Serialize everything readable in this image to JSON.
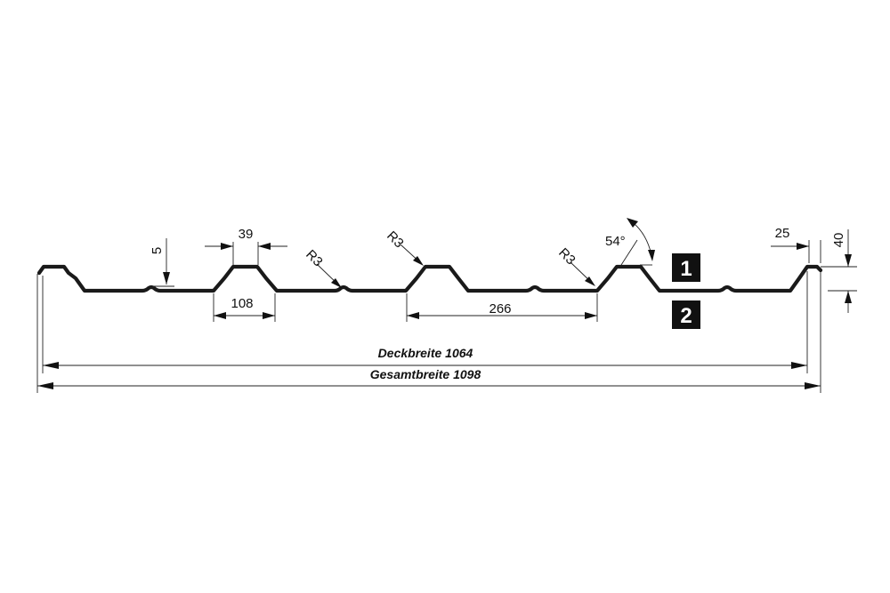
{
  "profile": {
    "side_labels": [
      "1",
      "2"
    ]
  },
  "dimensions": {
    "rib_top_width": "39",
    "rib_base_width": "108",
    "pitch": "266",
    "stiffener_depth": "5",
    "radius_1": "R3",
    "radius_2": "R3",
    "radius_3": "R3",
    "angle": "54°",
    "overlap": "25",
    "height": "40"
  },
  "widths": {
    "cover_width": "Deckbreite 1064",
    "total_width": "Gesamtbreite 1098"
  },
  "colors": {
    "line": "#1a1a1a",
    "badge": "#111111"
  }
}
